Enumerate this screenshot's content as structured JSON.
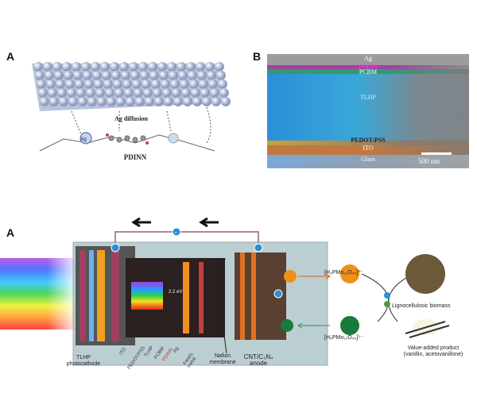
{
  "top_panel_a": {
    "label": "A",
    "diffusion": "Ag diffusion",
    "ag_atom": "Ag",
    "molecule": "PDINN"
  },
  "panel_b": {
    "label": "B",
    "layers": [
      "Ag",
      "PDINN",
      "PCBM",
      "TLHP",
      "PEDOT:PSS",
      "ITO",
      "Glass"
    ],
    "scale_bar": "500 nm"
  },
  "bottom_panel_a": {
    "label": "A",
    "electron": "e⁻",
    "stack_labels": [
      "ITO",
      "PEDOT:PSS",
      "TLHP",
      "PCBM",
      "PDINN",
      "Ag",
      "Field's metal"
    ],
    "bandgap": "2.2 eV",
    "photocathode": "TLHP photocathode",
    "membrane": "Nafion membrane",
    "anode": "CNT/C₃N₄ anode",
    "pom_oxidized": "[H₃PMo₁₂O₄₀]³⁻",
    "pom_reduced": "[H₅PMo₁₂O₄₀]⁵⁻",
    "biomass": "Lignocellulosic biomass",
    "product": "Value-added product",
    "product_detail": "(vanillin, acetovanillone)"
  },
  "colors": {
    "tlhp": "#2f9fe0",
    "pdinn": "#a03ca0",
    "pcbm": "#2f9a70",
    "ito": "#c07840",
    "electrolyte": "#9fbcc0"
  }
}
